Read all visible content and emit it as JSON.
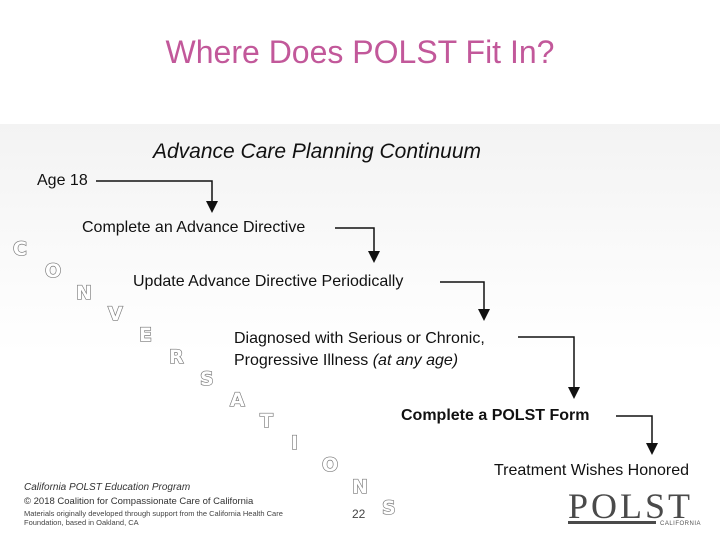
{
  "title": "Where Does POLST Fit In?",
  "subtitle": "Advance Care Planning Continuum",
  "steps": {
    "age": "Age 18",
    "complete_ad": "Complete an Advance Directive",
    "update_ad": "Update Advance Directive Periodically",
    "diagnosed_line1": "Diagnosed with Serious or Chronic,",
    "diagnosed_line2_plain": "Progressive Illness ",
    "diagnosed_line2_italic": "(at any age)",
    "polst_form": "Complete a POLST Form",
    "treatment": "Treatment Wishes Honored"
  },
  "conversations_letters": [
    "C",
    "O",
    "N",
    "V",
    "E",
    "R",
    "S",
    "A",
    "T",
    "I",
    "O",
    "N",
    "S"
  ],
  "footer": {
    "program": "California POLST Education Program",
    "copyright": "© 2018 Coalition for Compassionate Care of California",
    "materials": "Materials originally developed through support from the California Health Care Foundation, based in Oakland, CA"
  },
  "page_number": "22",
  "logo": {
    "name": "POLST",
    "region": "CALIFORNIA"
  },
  "colors": {
    "title": "#c2589a",
    "arrows": "#111111",
    "letter_outline": "#777777"
  }
}
